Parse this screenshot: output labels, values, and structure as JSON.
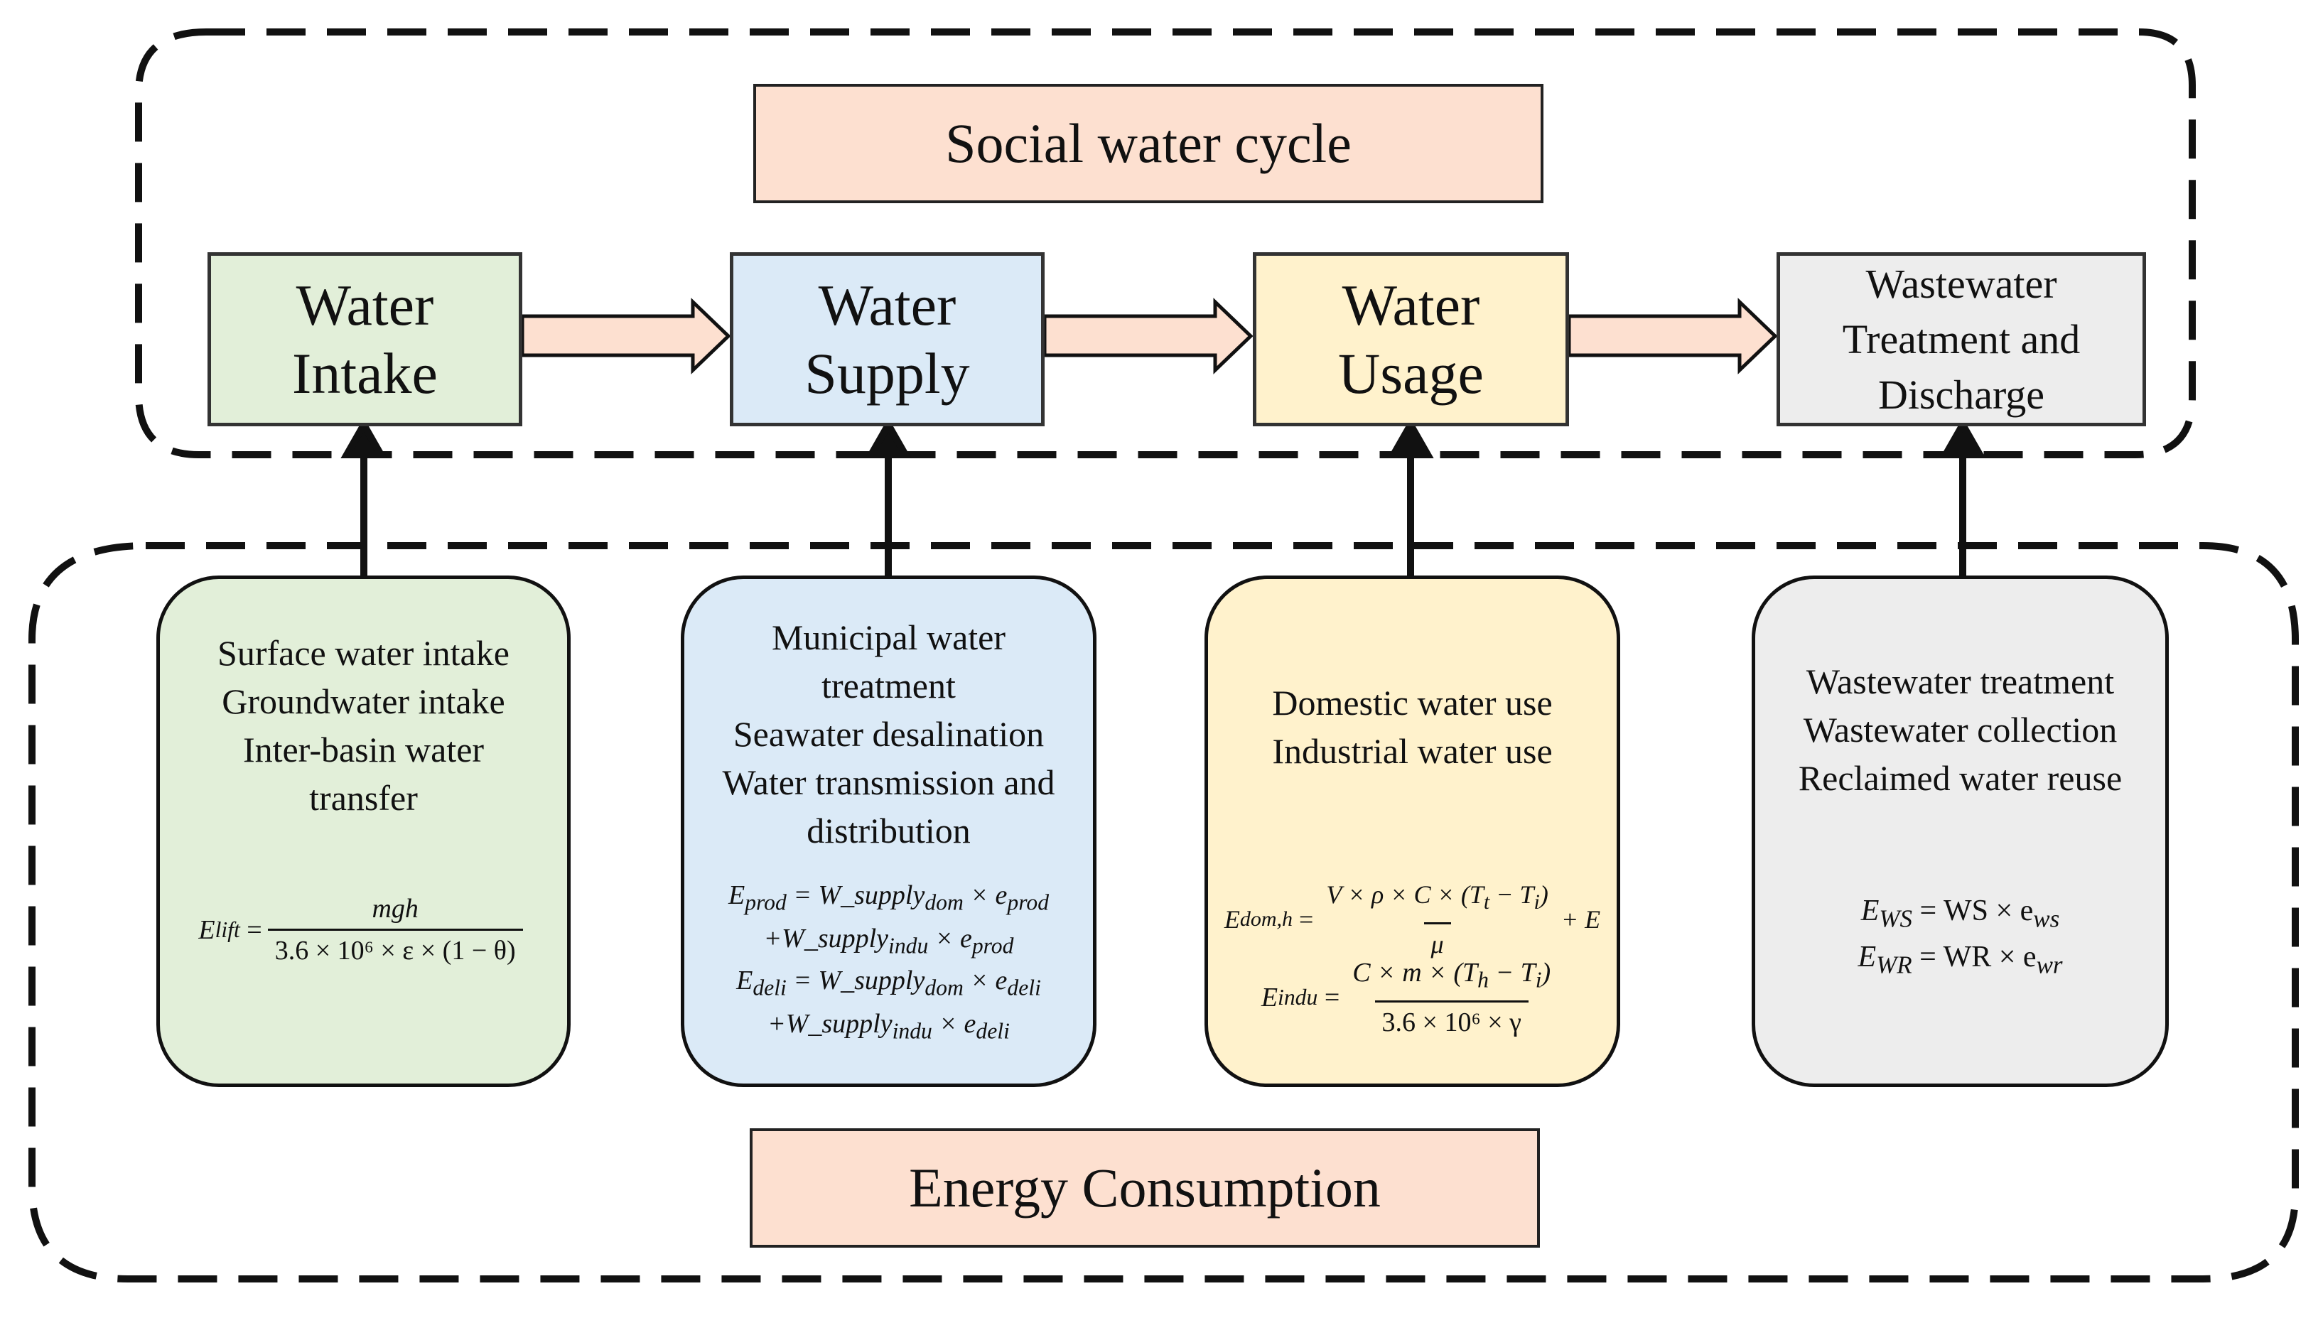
{
  "social_cycle": {
    "title": "Social water cycle",
    "stages": [
      {
        "lines": [
          "Water",
          "Intake"
        ],
        "fill": "#e2efd9"
      },
      {
        "lines": [
          "Water",
          "Supply"
        ],
        "fill": "#dbeaf7"
      },
      {
        "lines": [
          "Water",
          "Usage"
        ],
        "fill": "#fff2cc"
      },
      {
        "lines": [
          "Wastewater",
          "Treatment and",
          "Discharge"
        ],
        "fill": "#ededed"
      }
    ]
  },
  "energy": {
    "title": "Energy Consumption",
    "cards": [
      {
        "fill": "#e2efd9",
        "lines": [
          "Surface water intake",
          "Groundwater intake",
          "Inter-basin water",
          "transfer"
        ]
      },
      {
        "fill": "#dbeaf7",
        "lines": [
          "Municipal water",
          "treatment",
          "Seawater desalination",
          "Water transmission and",
          "distribution"
        ]
      },
      {
        "fill": "#fff2cc",
        "lines": [
          "Domestic water use",
          "Industrial water use"
        ]
      },
      {
        "fill": "#ededed",
        "lines": [
          "Wastewater treatment",
          "Wastewater collection",
          "Reclaimed water reuse"
        ]
      }
    ],
    "formulas": {
      "lift": {
        "lhs": "E",
        "lhs_sub": "lift",
        "num": "mgh",
        "den": "3.6 × 10⁶ × ε × (1 − θ)"
      },
      "prod": {
        "lhs": "E",
        "lhs_sub": "prod",
        "line1": "= W_supply",
        "line1_sub": "dom",
        "line1_tail": "× e",
        "line1_tail_sub": "prod",
        "line2": "+W_supply",
        "line2_sub": "indu",
        "line2_tail": "× e",
        "line2_tail_sub": "prod"
      },
      "deli": {
        "lhs": "E",
        "lhs_sub": "deli",
        "line1": "= W_supply",
        "line1_sub": "dom",
        "line1_tail": "× e",
        "line1_tail_sub": "deli",
        "line2": "+W_supply",
        "line2_sub": "indu",
        "line2_tail": "× e",
        "line2_tail_sub": "deli"
      },
      "dom": {
        "lhs": "E",
        "lhs_sub": "dom,h",
        "num": "V × ρ × C × (T",
        "num_sub": "t",
        "num_mid": " − T",
        "num_sub2": "i",
        "num_end": ")",
        "den": "μ",
        "tail": "+ E"
      },
      "indu": {
        "lhs": "E",
        "lhs_sub": "indu",
        "num": "C × m × (T",
        "num_sub": "h",
        "num_mid": " − T",
        "num_sub2": "i",
        "num_end": ")",
        "den": "3.6 × 10⁶ × γ"
      },
      "ws": {
        "lhs": "E",
        "lhs_sub": "WS",
        "rhs": "= WS × e",
        "rhs_sub": "ws"
      },
      "wr": {
        "lhs": "E",
        "lhs_sub": "WR",
        "rhs": "= WR × e",
        "rhs_sub": "wr"
      }
    }
  },
  "colors": {
    "arrow_fill": "#fde0d0",
    "title_fill": "#fde0d0",
    "line": "#111111"
  }
}
